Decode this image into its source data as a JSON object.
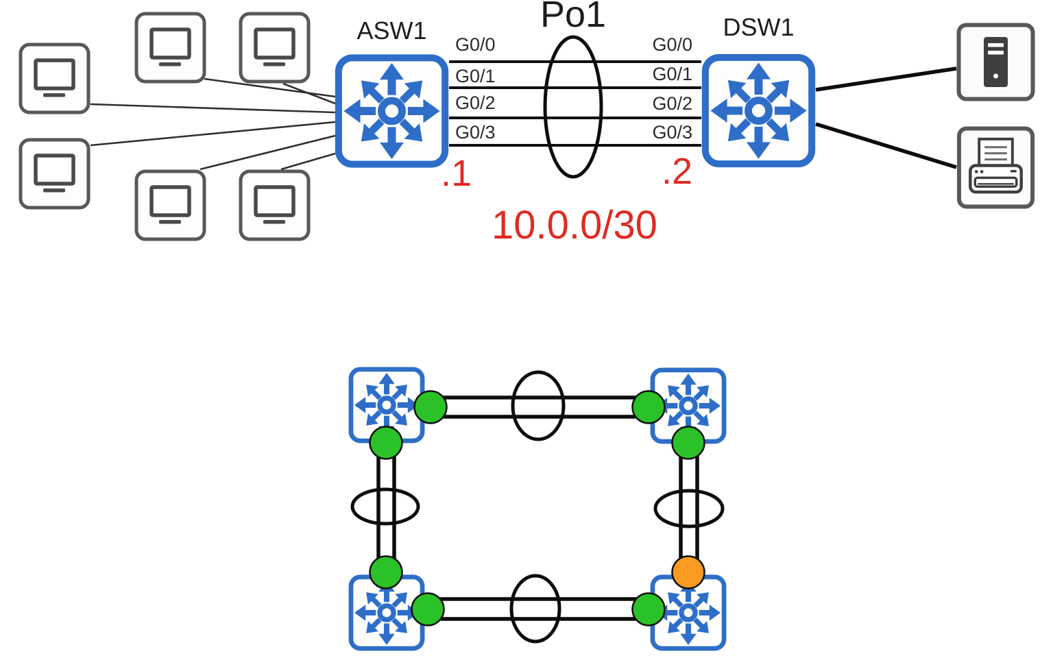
{
  "colors": {
    "switch_blue": "#2e6ec8",
    "label_red": "#e02b22",
    "port_up_green": "#2bc128",
    "port_warn_orange": "#f89b20",
    "line_black": "#111111",
    "device_gray": "#585858"
  },
  "top_diagram": {
    "access_switch": {
      "name": "ASW1",
      "ip_suffix": ".1",
      "ports": [
        "G0/0",
        "G0/1",
        "G0/2",
        "G0/3"
      ]
    },
    "distribution_switch": {
      "name": "DSW1",
      "ip_suffix": ".2",
      "ports": [
        "G0/0",
        "G0/1",
        "G0/2",
        "G0/3"
      ]
    },
    "port_channel_label": "Po1",
    "subnet": "10.0.0/30",
    "pc_count": 6,
    "end_devices_right": [
      "server",
      "printer"
    ]
  },
  "bottom_diagram": {
    "switch_count": 4,
    "bundles_per_side": 4,
    "links": [
      {
        "position": "top",
        "end_a_dot": "green",
        "end_b_dot": "green"
      },
      {
        "position": "left",
        "end_a_dot": "green",
        "end_b_dot": "green"
      },
      {
        "position": "bottom",
        "end_a_dot": "green",
        "end_b_dot": "green"
      },
      {
        "position": "right",
        "end_a_dot": "green",
        "end_b_dot": "orange"
      }
    ]
  }
}
